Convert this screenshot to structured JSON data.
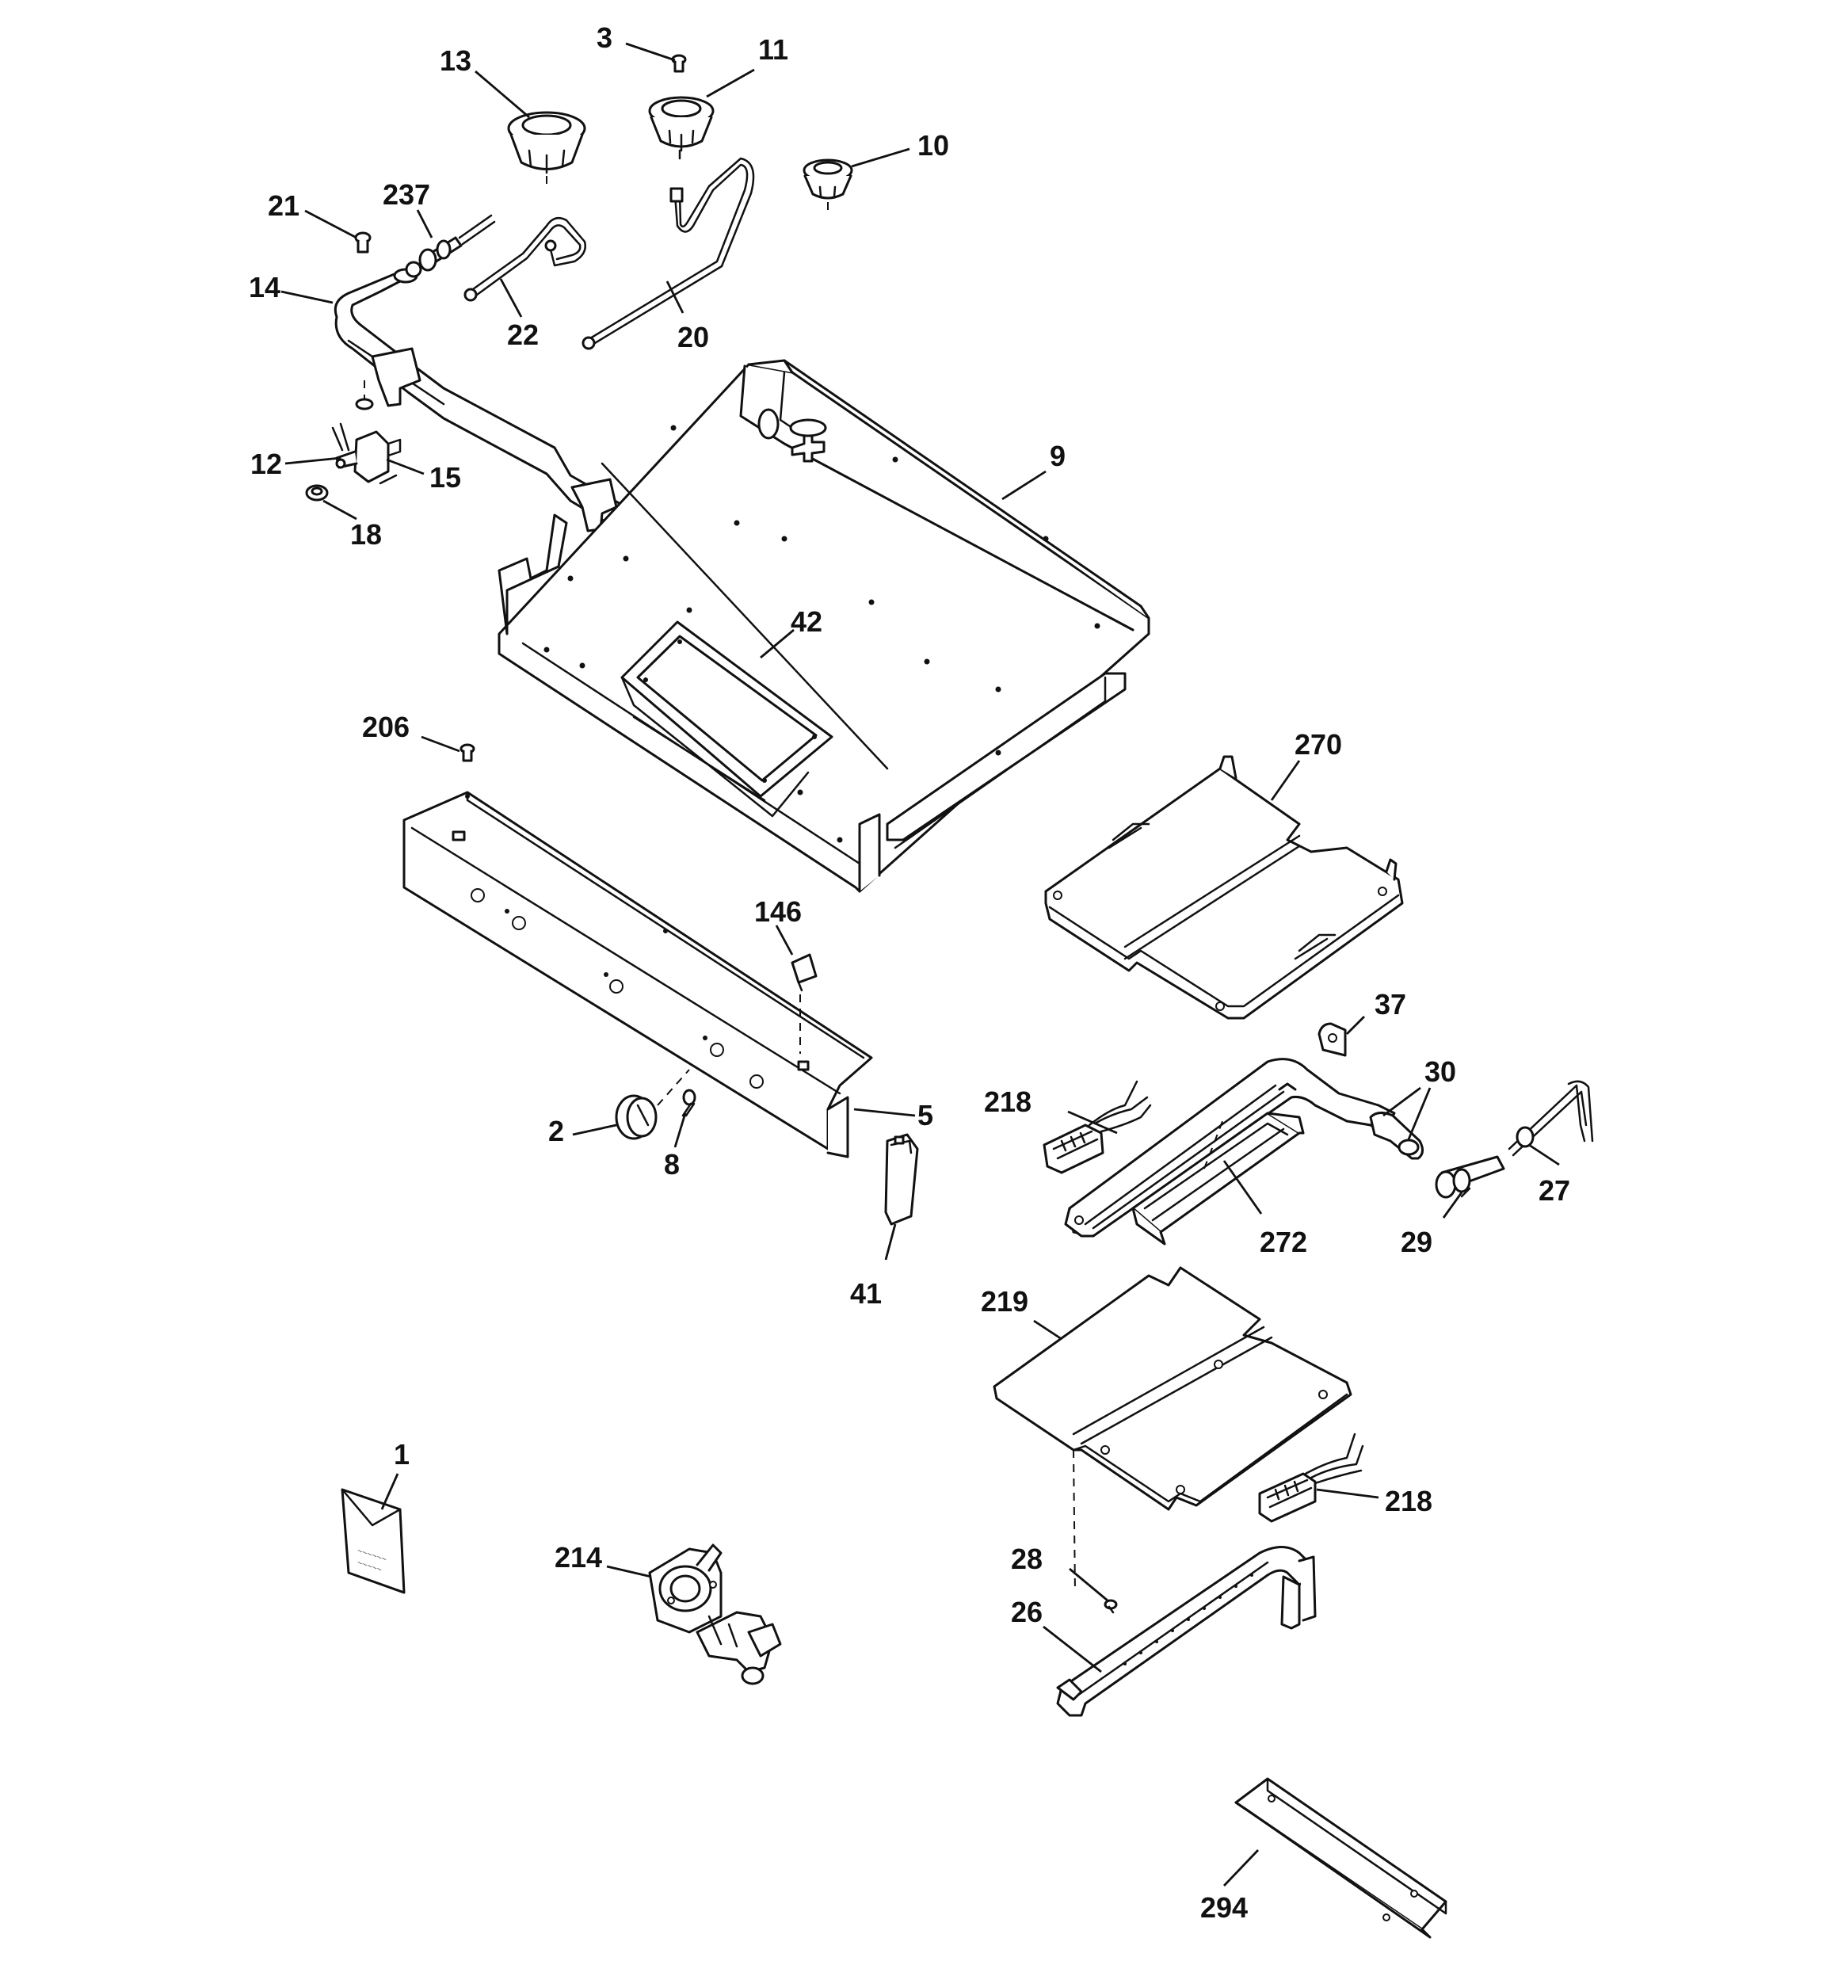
{
  "labels": {
    "l1": "1",
    "l2": "2",
    "l3": "3",
    "l5": "5",
    "l8": "8",
    "l9": "9",
    "l10": "10",
    "l11": "11",
    "l12": "12",
    "l13": "13",
    "l14": "14",
    "l15": "15",
    "l18": "18",
    "l20": "20",
    "l21": "21",
    "l22": "22",
    "l26": "26",
    "l27": "27",
    "l28": "28",
    "l29": "29",
    "l30": "30",
    "l37": "37",
    "l41": "41",
    "l42": "42",
    "l146": "146",
    "l206": "206",
    "l214": "214",
    "l218a": "218",
    "l218b": "218",
    "l219": "219",
    "l237": "237",
    "l270": "270",
    "l272": "272",
    "l294": "294"
  },
  "colors": {
    "ink": "#111111",
    "paper": "#ffffff"
  }
}
